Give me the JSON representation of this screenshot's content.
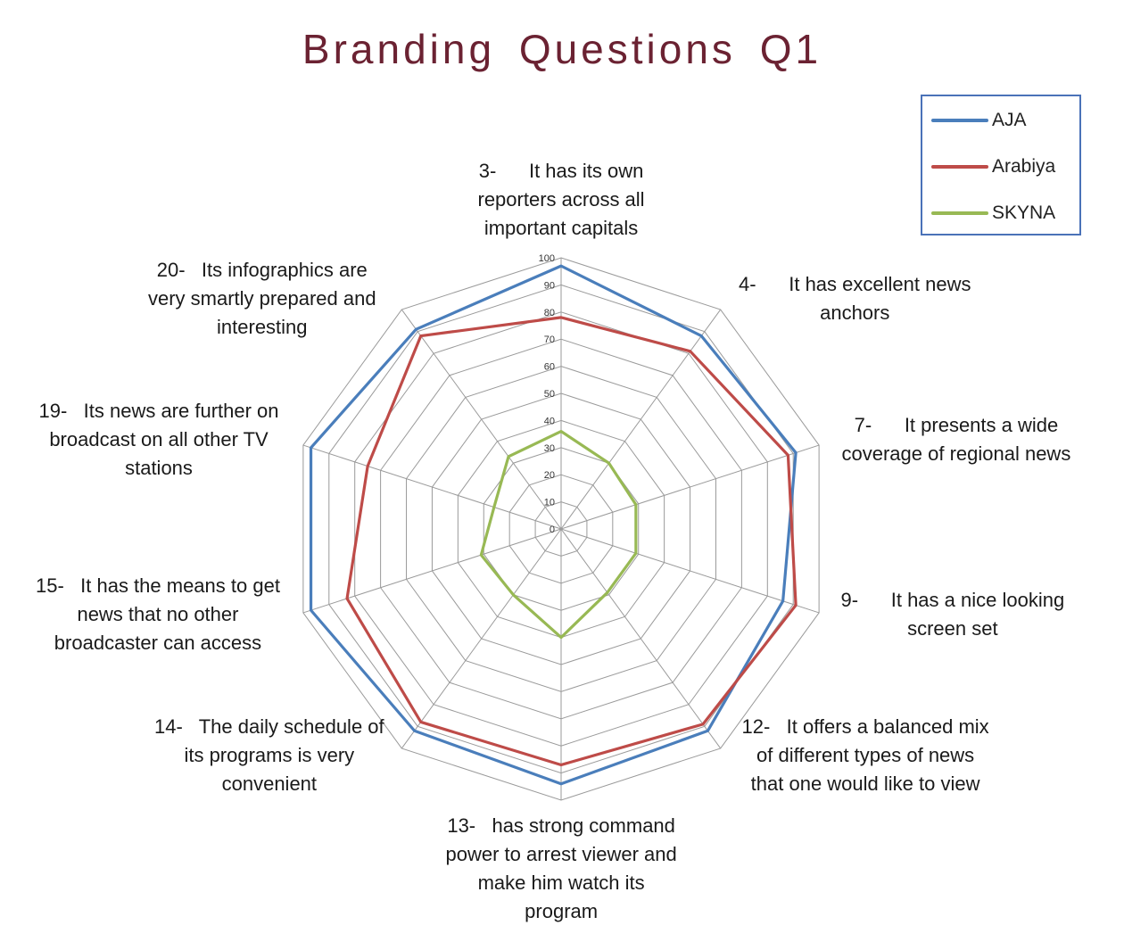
{
  "chart_data": {
    "type": "radar",
    "title": "Branding Questions  Q1",
    "categories": [
      "3-      It has its own reporters across all important capitals",
      "4-      It has excellent news anchors",
      "7-      It presents a wide coverage of regional news",
      "9-      It has a nice looking screen set",
      "12-   It offers a balanced mix of different types of news that one would like to view",
      "13-   has strong command power to arrest viewer and make him watch its program",
      "14-   The daily schedule of its programs is very convenient",
      "15-   It has the means to get news that no other broadcaster can access",
      "19-   Its news are further on broadcast on all other TV stations",
      "20-   Its infographics are very smartly prepared and interesting"
    ],
    "category_lines": [
      [
        "3-      It has its own",
        "reporters across all",
        "important capitals"
      ],
      [
        "4-      It has excellent news",
        "anchors"
      ],
      [
        "7-      It presents a wide",
        "coverage of regional news"
      ],
      [
        "9-      It has a nice looking",
        "screen set"
      ],
      [
        "12-   It offers a balanced mix",
        "of different types of news",
        "that one would like to view"
      ],
      [
        "13-   has strong command",
        "power to arrest viewer and",
        "make him watch its",
        "program"
      ],
      [
        "14-   The daily schedule of",
        "its programs is very",
        "convenient"
      ],
      [
        "15-   It has the means to get",
        "news that no other",
        "broadcaster can access"
      ],
      [
        "19-   Its news are further on",
        "broadcast on all other TV",
        "stations"
      ],
      [
        "20-   Its infographics are",
        "very smartly prepared and",
        "interesting"
      ]
    ],
    "series": [
      {
        "name": "AJA",
        "color": "#4a7ebb",
        "values": [
          97,
          88,
          91,
          86,
          92,
          94,
          92,
          97,
          97,
          91
        ]
      },
      {
        "name": "Arabiya",
        "color": "#be4b48",
        "values": [
          78,
          81,
          88,
          91,
          89,
          87,
          88,
          83,
          75,
          88
        ]
      },
      {
        "name": "SKYNA",
        "color": "#98b954",
        "values": [
          36,
          30,
          29,
          29,
          29,
          40,
          30,
          31,
          26,
          33
        ]
      }
    ],
    "r_ticks": [
      "0",
      "10",
      "20",
      "30",
      "40",
      "50",
      "60",
      "70",
      "80",
      "90",
      "100"
    ],
    "rlim": [
      0,
      100
    ],
    "grid": true,
    "legend_position": "top-right"
  }
}
